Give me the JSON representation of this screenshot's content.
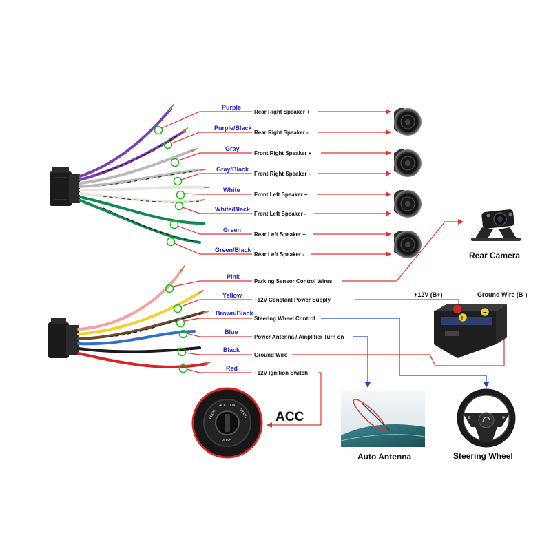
{
  "top_group": [
    {
      "wire": "Purple",
      "function": "Rear Right Speaker +"
    },
    {
      "wire": "Purple/Black",
      "function": "Rear Right Speaker -"
    },
    {
      "wire": "Gray",
      "function": "Front Right Speaker +"
    },
    {
      "wire": "Gray/Black",
      "function": "Front Right Speaker -"
    },
    {
      "wire": "White",
      "function": "Front Left Speaker +"
    },
    {
      "wire": "White/Black",
      "function": "Front Left Speaker -"
    },
    {
      "wire": "Green",
      "function": "Rear Left Speaker +"
    },
    {
      "wire": "Green/Black",
      "function": "Rear Left Speaker -"
    }
  ],
  "bottom_group": [
    {
      "wire": "Pink",
      "function": "Parking Sensor Control Wires"
    },
    {
      "wire": "Yellow",
      "function": "+12V Constant Power Supply"
    },
    {
      "wire": "Brown/Black",
      "function": "Steering Wheel Control"
    },
    {
      "wire": "Blue",
      "function": "Power Antenna / Amplifier Turn on"
    },
    {
      "wire": "Black",
      "function": "Ground Wire"
    },
    {
      "wire": "Red",
      "function": "+12V  Ignition Switch"
    }
  ],
  "rear_camera": "Rear Camera",
  "battery_positive": "+12V  (B+)",
  "battery_ground": "Ground Wire (B-)",
  "acc": "ACC",
  "auto_antenna": "Auto Antenna",
  "steering_wheel": "Steering Wheel",
  "ignition_labels": {
    "lock": "LOCK",
    "acc": "ACC",
    "on": "ON",
    "start": "START",
    "push": "PUSH"
  },
  "colors": {
    "label_blue": "#2222cc",
    "arrow_red": "#e53030",
    "arrow_blue": "#2244cc",
    "marker_green": "#22bb22",
    "purple": "#7a3fb0",
    "gray": "#b9b9b9",
    "white": "#f4f1ec",
    "green": "#0f8a55",
    "pink": "#f2a2a0",
    "yellow": "#f2d22a",
    "brown": "#6b4a2f",
    "blue": "#2f6fd0",
    "black": "#1a1a1a",
    "red": "#d92424"
  }
}
